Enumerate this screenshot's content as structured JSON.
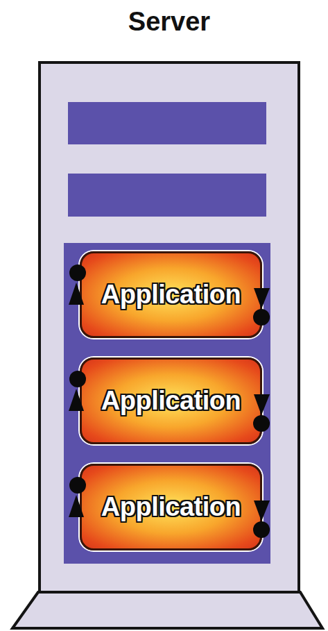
{
  "diagram": {
    "nodes": [
      {
        "text": [
          "Server"
        ]
      },
      {
        "text": [
          "Application"
        ],
        "in": 0
      },
      {
        "text": [
          "Application"
        ],
        "in": 0
      },
      {
        "text": [
          "Application"
        ],
        "in": 0
      }
    ]
  }
}
